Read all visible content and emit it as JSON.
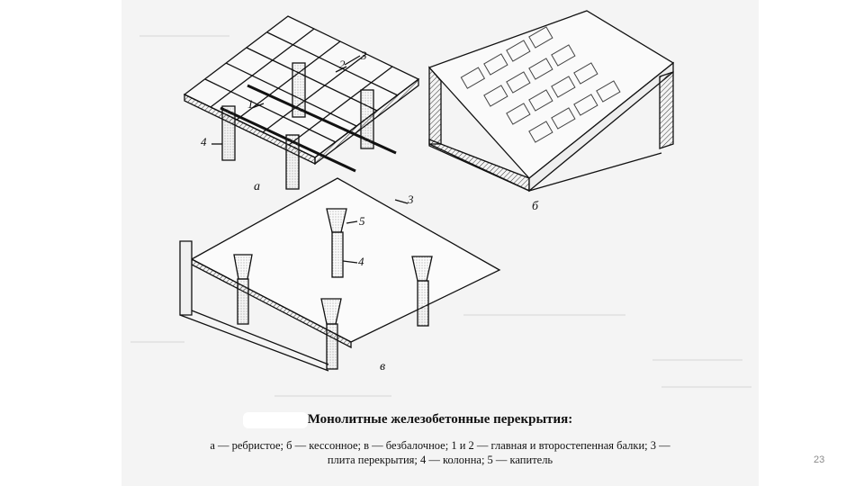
{
  "figure": {
    "labels": {
      "a": "а",
      "b": "б",
      "v": "в",
      "n1": "1",
      "n2": "2",
      "n3_top": "3",
      "n4_top": "4",
      "n3_bottom": "3",
      "n4_bottom": "4",
      "n5": "5"
    },
    "caption_title": "Монолитные железобетонные перекрытия:",
    "caption_line1": "а — ребристое; б — кессонное; в — безбалочное; 1 и 2 — главная и второстепенная балки; 3 —",
    "caption_line2": "плита перекрытия; 4 — колонна; 5 — капитель"
  },
  "slide": {
    "page_number": "23"
  }
}
